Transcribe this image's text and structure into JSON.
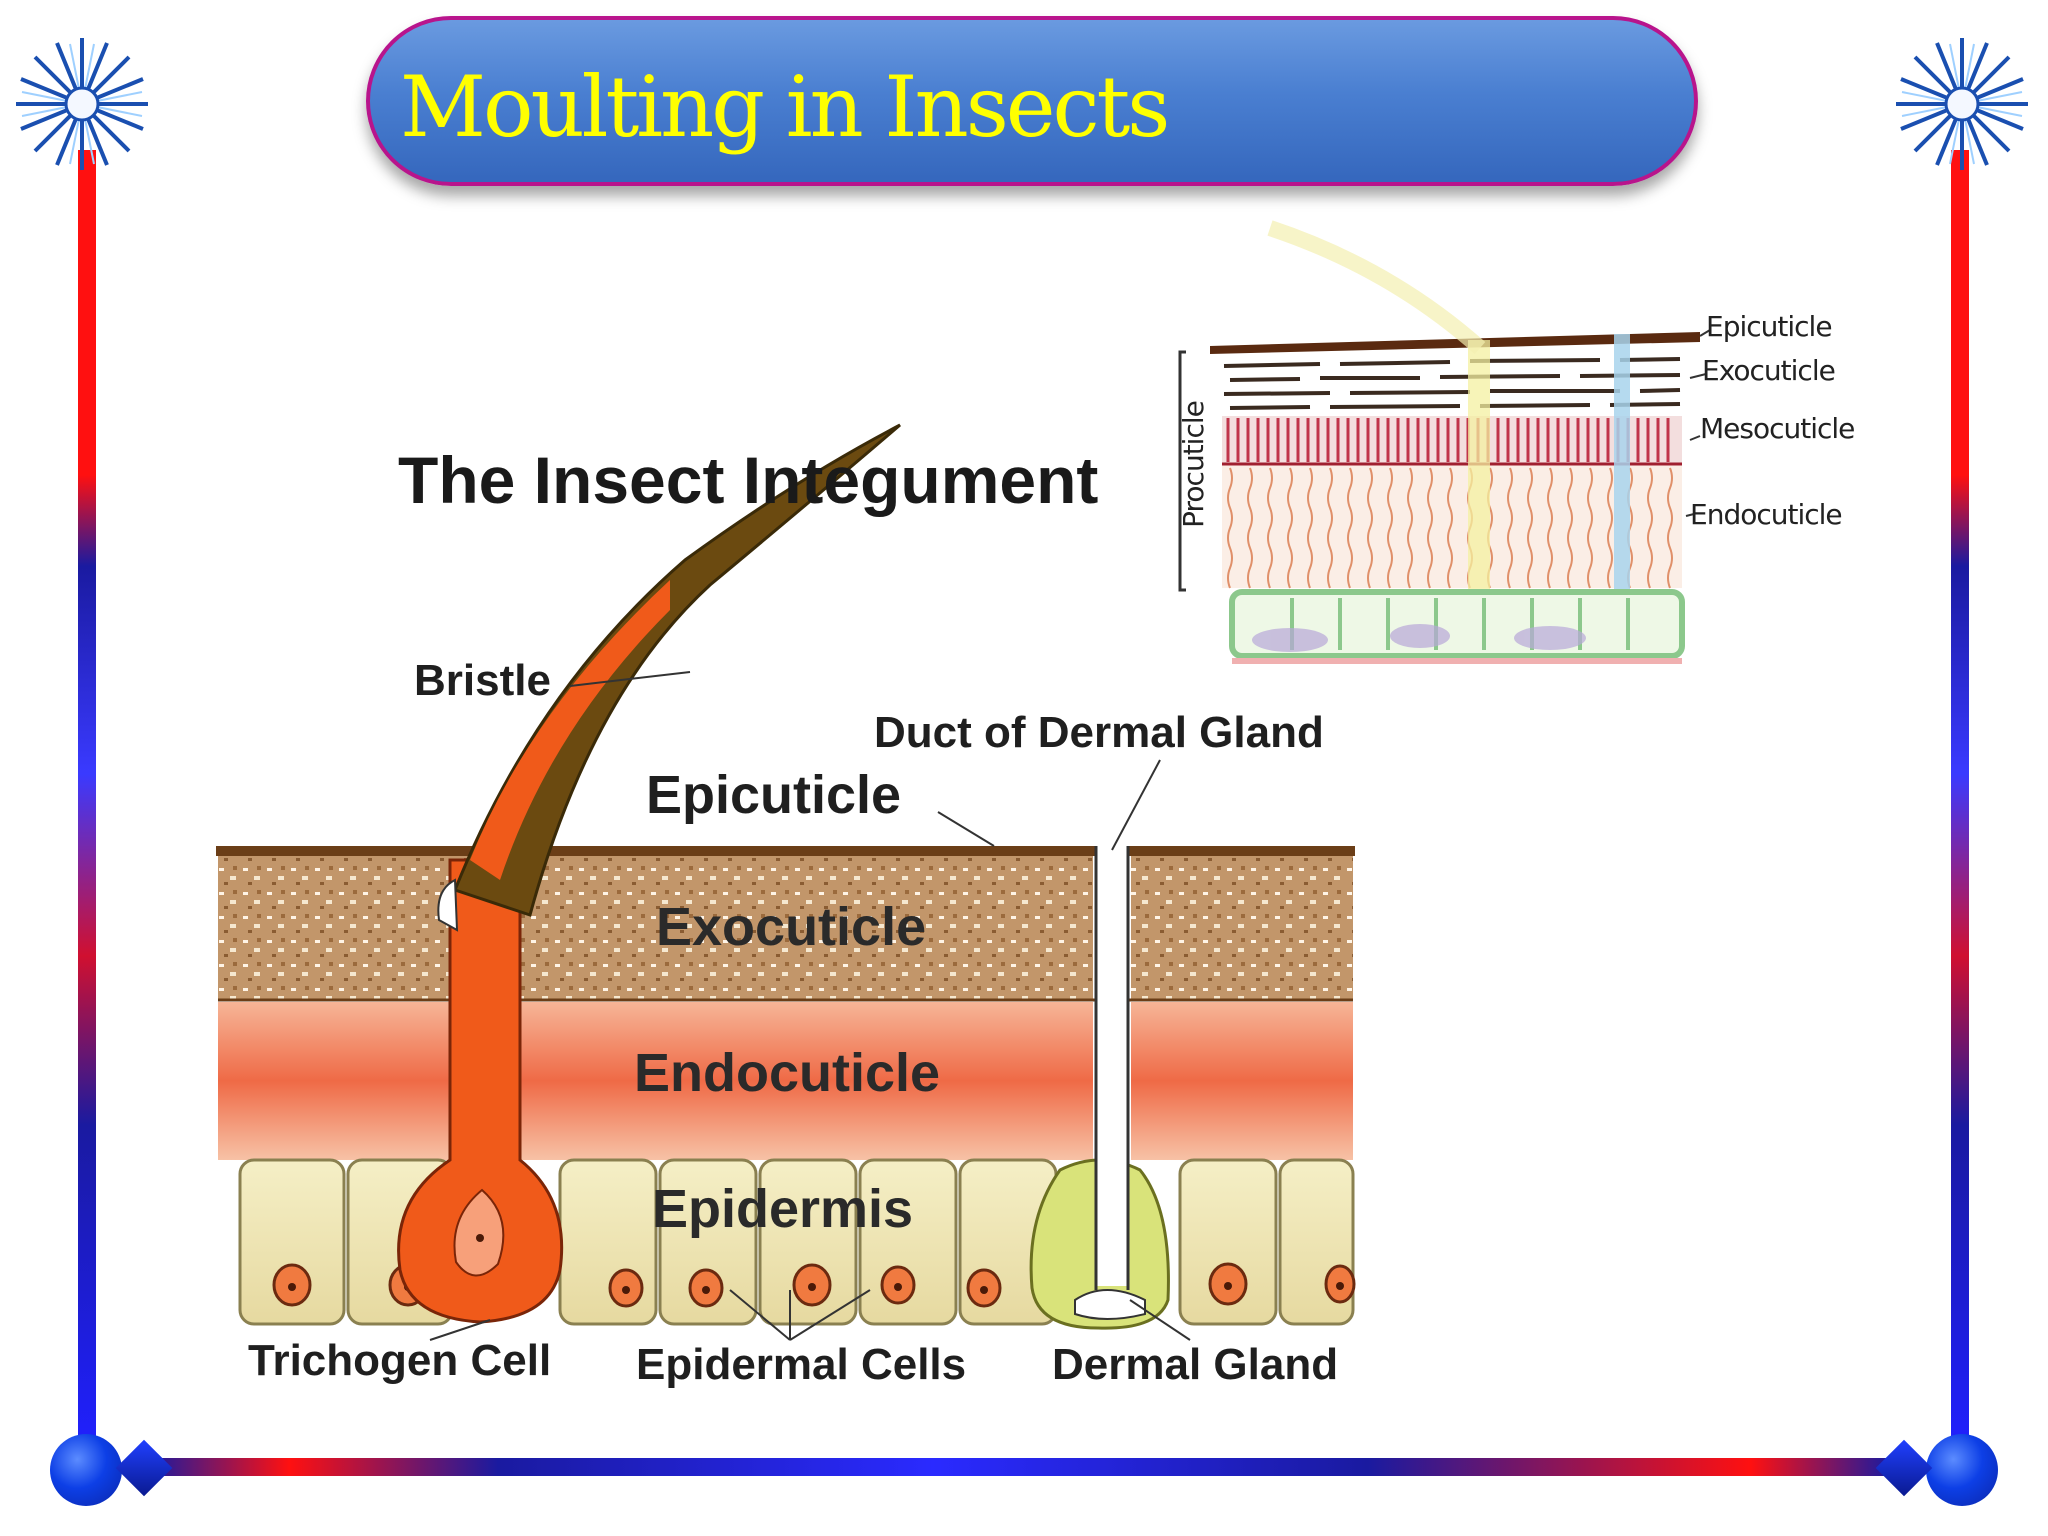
{
  "slide": {
    "title": "Moulting in Insects"
  },
  "diagram": {
    "title": "The Insect Integument",
    "labels": {
      "bristle": "Bristle",
      "duct": "Duct of Dermal Gland",
      "epicuticle": "Epicuticle",
      "exocuticle": "Exocuticle",
      "endocuticle": "Endocuticle",
      "epidermis": "Epidermis",
      "trichogen": "Trichogen Cell",
      "epidermal_cells": "Epidermal Cells",
      "dermal_gland": "Dermal Gland"
    }
  },
  "inset": {
    "side_label": "Procuticle",
    "labels": {
      "epicuticle": "Epicuticle",
      "exocuticle": "Exocuticle",
      "mesocuticle": "Mesocuticle",
      "endocuticle": "Endocuticle"
    }
  },
  "colors": {
    "title_text": "#ffff00",
    "banner": "#4a7fd1",
    "frame_red": "#ff1010",
    "frame_blue": "#1a1aa0",
    "hair": "#f05a1a",
    "endocuticle": "#f28a6a",
    "exocuticle": "#b8895a"
  }
}
